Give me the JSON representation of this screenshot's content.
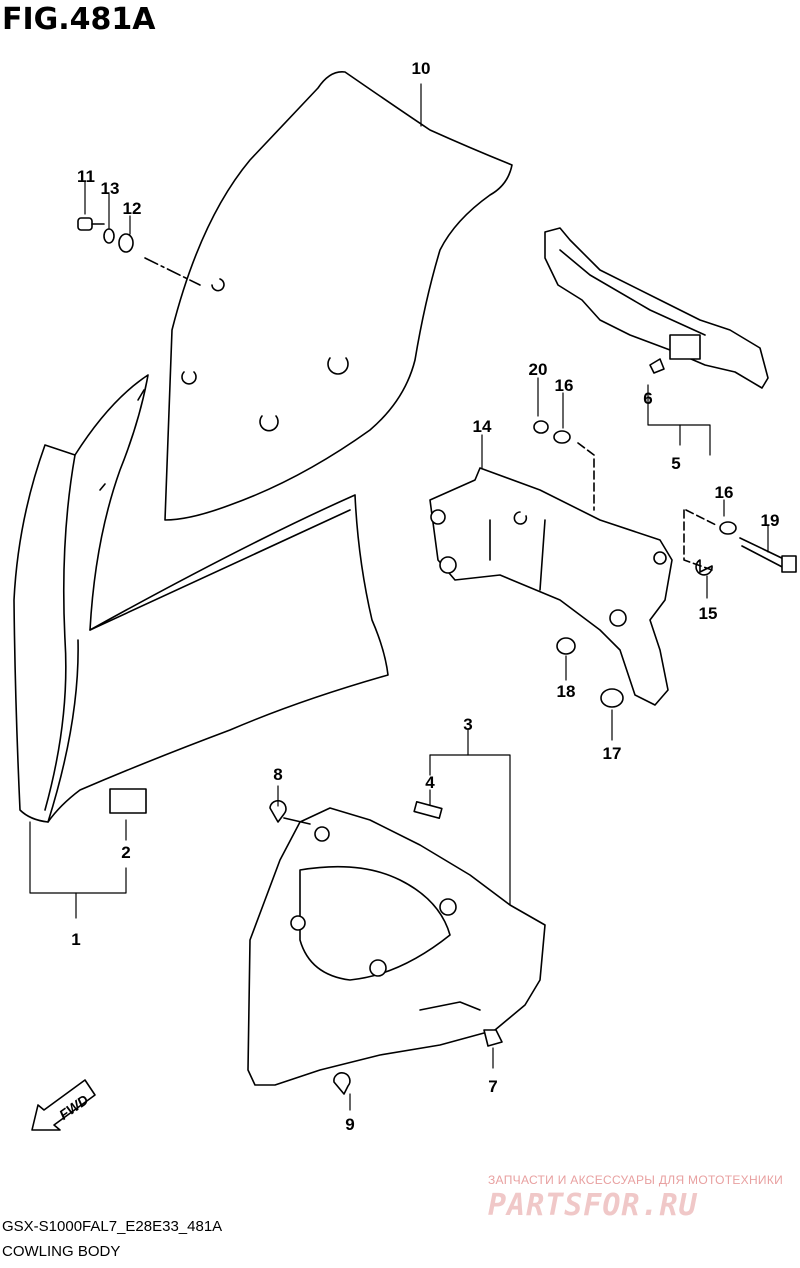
{
  "figure": {
    "title": "FIG.481A",
    "code": "GSX-S1000FAL7_E28E33_481A",
    "caption": "COWLING BODY"
  },
  "callouts": [
    "1",
    "2",
    "3",
    "4",
    "5",
    "6",
    "7",
    "8",
    "9",
    "10",
    "11",
    "12",
    "13",
    "14",
    "15",
    "16",
    "16",
    "17",
    "18",
    "19",
    "20"
  ],
  "direction_marker": "FWD",
  "watermark": {
    "tagline": "ЗАПЧАСТИ И АКСЕССУАРЫ ДЛЯ МОТОТЕХНИКИ",
    "logo": "PARTSFOR.RU"
  }
}
